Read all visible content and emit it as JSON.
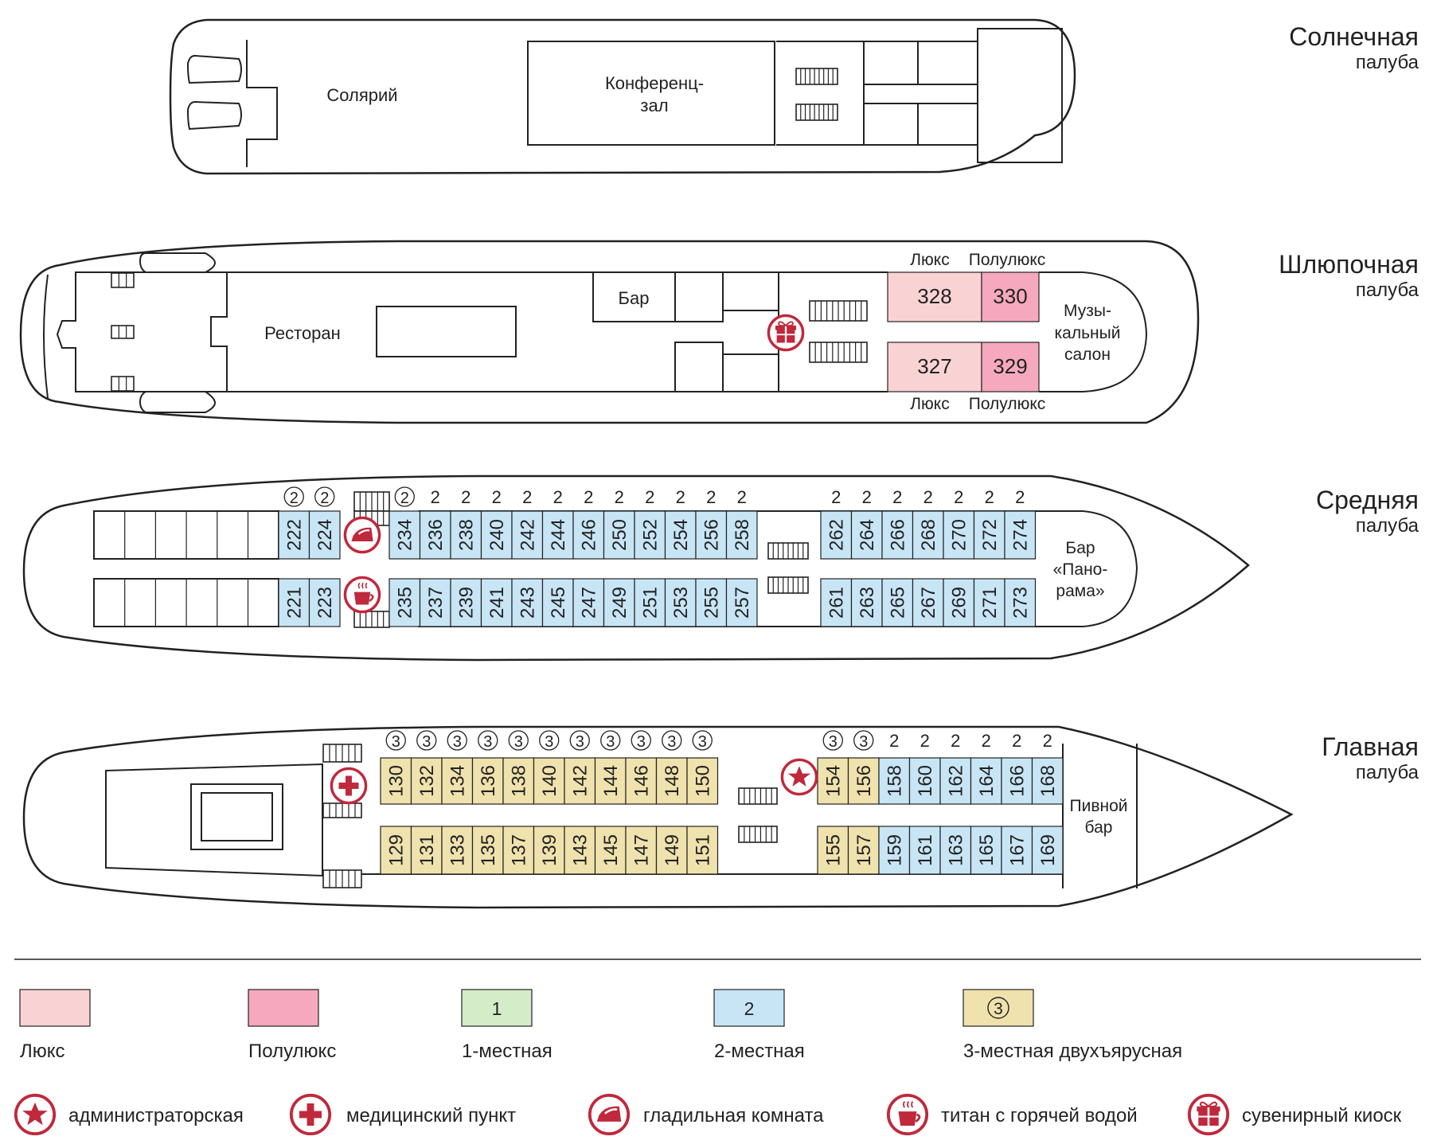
{
  "colors": {
    "lux": "#f9d3d4",
    "semilux": "#f6a9be",
    "single": "#d4edc8",
    "double": "#c8e5f6",
    "triple": "#f0e2ad",
    "icon": "#c0283c",
    "outline": "#222222"
  },
  "decks": {
    "sun": {
      "name": "Солнечная",
      "sub": "палуба",
      "solarium": "Солярий",
      "conf_line1": "Конференц-",
      "conf_line2": "зал"
    },
    "boat": {
      "name": "Шлюпочная",
      "sub": "палуба",
      "restaurant": "Ресторан",
      "bar": "Бар",
      "lux_label": "Люкс",
      "semilux_label": "Полулюкс",
      "salon_line1": "Музы-",
      "salon_line2": "кальный",
      "salon_line3": "салон",
      "cabins": [
        {
          "num": "328",
          "type": "lux"
        },
        {
          "num": "330",
          "type": "semilux"
        },
        {
          "num": "327",
          "type": "lux"
        },
        {
          "num": "329",
          "type": "semilux"
        }
      ]
    },
    "middle": {
      "name": "Средняя",
      "sub": "палуба",
      "bar_line1": "Бар",
      "bar_line2": "«Пано-",
      "bar_line3": "рама»",
      "top_left": [
        "222",
        "224"
      ],
      "top_mid": [
        "234",
        "236",
        "238",
        "240",
        "242",
        "244",
        "246",
        "250",
        "252",
        "254",
        "256",
        "258"
      ],
      "top_right": [
        "262",
        "264",
        "266",
        "268",
        "270",
        "272",
        "274"
      ],
      "bot_left": [
        "221",
        "223"
      ],
      "bot_mid": [
        "235",
        "237",
        "239",
        "241",
        "243",
        "245",
        "247",
        "249",
        "251",
        "253",
        "255",
        "257"
      ],
      "bot_right": [
        "261",
        "263",
        "265",
        "267",
        "269",
        "271",
        "273"
      ],
      "bunk_mark": "2",
      "cap_mark": "2"
    },
    "main": {
      "name": "Главная",
      "sub": "палуба",
      "bar_line1": "Пивной",
      "bar_line2": "бар",
      "top_left": [
        "130",
        "132",
        "134",
        "136",
        "138",
        "140",
        "142",
        "144",
        "146",
        "148",
        "150"
      ],
      "top_right_triple": [
        "154",
        "156"
      ],
      "top_right_double": [
        "158",
        "160",
        "162",
        "164",
        "166",
        "168"
      ],
      "bot_left": [
        "129",
        "131",
        "133",
        "135",
        "137",
        "139",
        "143",
        "145",
        "147",
        "149",
        "151"
      ],
      "bot_right_triple": [
        "155",
        "157"
      ],
      "bot_right_double": [
        "159",
        "161",
        "163",
        "165",
        "167",
        "169"
      ],
      "bunk_mark": "3",
      "cap_mark": "2"
    }
  },
  "legend": {
    "lux": "Люкс",
    "semilux": "Полулюкс",
    "single_num": "1",
    "single": "1-местная",
    "double_num": "2",
    "double": "2-местная",
    "triple_num": "3",
    "triple": "3-местная двухъярусная",
    "admin": "администраторская",
    "medical": "медицинский пункт",
    "ironing": "гладильная комната",
    "boiler": "титан с горячей водой",
    "souvenir": "сувенирный киоск"
  }
}
